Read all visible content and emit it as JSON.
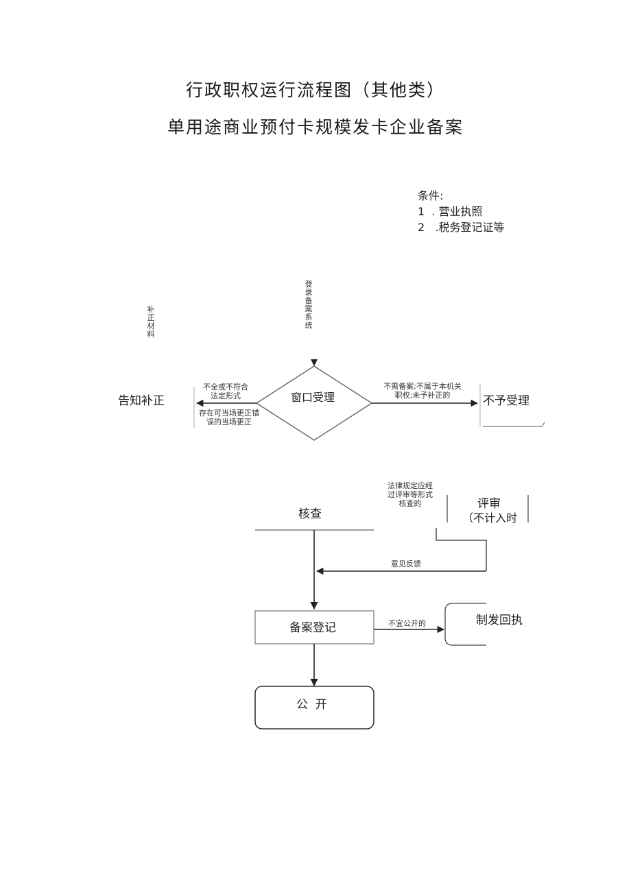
{
  "title": "行政职权运行流程图（其他类）",
  "subtitle": "单用途商业预付卡规模发卡企业备案",
  "conditions": {
    "heading": "条件:",
    "items": [
      "1  . 营业执照",
      "2   .税务登记证等"
    ]
  },
  "nodes": {
    "system_entry": "登录备案系统",
    "supplement_material": "补正材料",
    "window_accept": "窗口受理",
    "notify_correction": "告知补正",
    "not_accepted": "不予受理",
    "review": "核查",
    "appraisal_line1": "评审",
    "appraisal_line2": "（不计入时",
    "filing_register": "备案登记",
    "issue_receipt": "制发回执",
    "publicize": "公  开"
  },
  "edge_labels": {
    "incomplete_line1": "不全或不符合",
    "incomplete_line2": "法定形式",
    "correctable_line1": "存在可当场更正错",
    "correctable_line2": "误的当场更正",
    "reject_line1": "不需备案;不属于本机关",
    "reject_line2": "职权;未予补正的",
    "law_line1": "法律规定应经",
    "law_line2": "过评审等形式",
    "law_line3": "核查的",
    "feedback": "意见反馈",
    "not_public": "不宜公开的"
  }
}
